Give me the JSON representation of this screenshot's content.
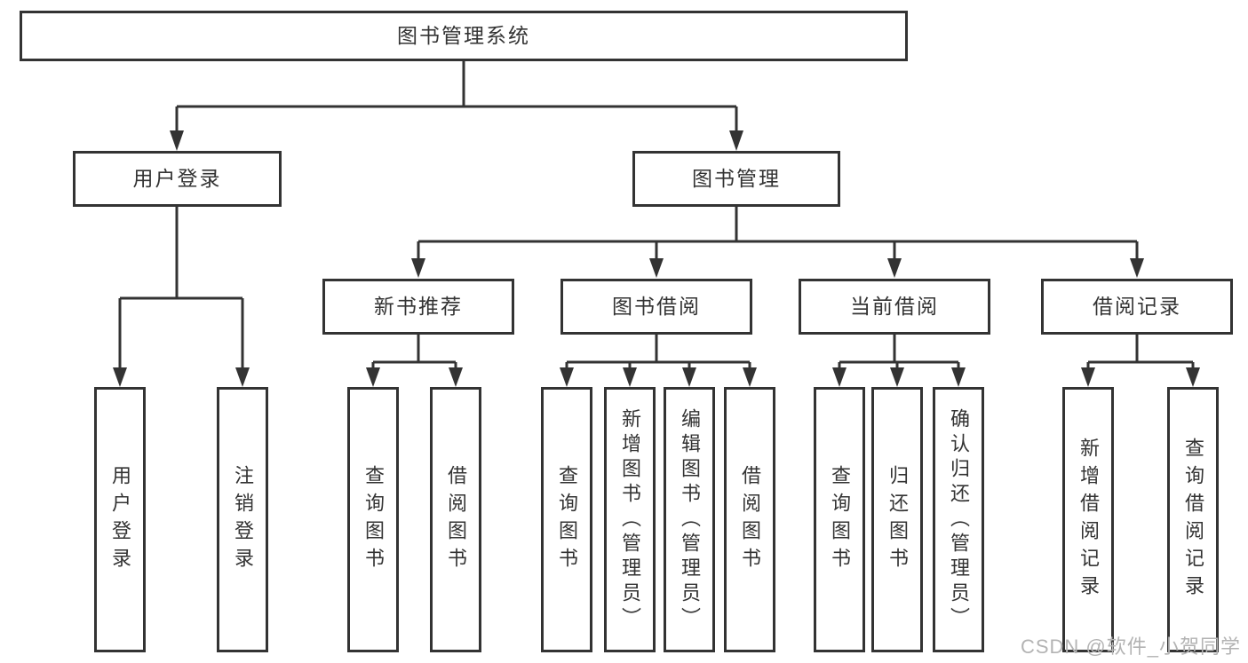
{
  "colors": {
    "line": "#333333",
    "text": "#333333",
    "background": "#ffffff",
    "watermark": "#b3b3b3"
  },
  "diagram": {
    "root": {
      "label": "图书管理系统"
    },
    "branches": [
      {
        "label": "用户登录",
        "children": [
          {
            "label": "用户登录"
          },
          {
            "label": "注销登录"
          }
        ]
      },
      {
        "label": "图书管理",
        "children": [
          {
            "label": "新书推荐",
            "children": [
              {
                "label": "查询图书"
              },
              {
                "label": "借阅图书"
              }
            ]
          },
          {
            "label": "图书借阅",
            "children": [
              {
                "label": "查询图书"
              },
              {
                "label": "新增图书（管理员）"
              },
              {
                "label": "编辑图书（管理员）"
              },
              {
                "label": "借阅图书"
              }
            ]
          },
          {
            "label": "当前借阅",
            "children": [
              {
                "label": "查询图书"
              },
              {
                "label": "归还图书"
              },
              {
                "label": "确认归还（管理员）"
              }
            ]
          },
          {
            "label": "借阅记录",
            "children": [
              {
                "label": "新增借阅记录"
              },
              {
                "label": "查询借阅记录"
              }
            ]
          }
        ]
      }
    ]
  },
  "watermark": {
    "text": "CSDN @软件_小贺同学"
  }
}
